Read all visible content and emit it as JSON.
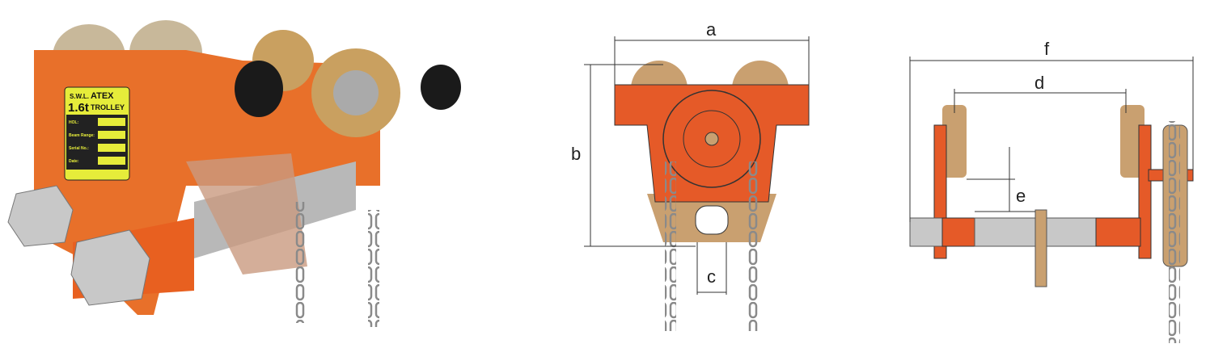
{
  "photo": {
    "label_plate": {
      "swl_caption": "S.W.L.",
      "capacity": "1.6t",
      "title_line1": "ATEX",
      "title_line2": "TROLLEY",
      "fields": [
        "HOL:",
        "Beam Range:",
        "Serial No.:",
        "Date:"
      ]
    }
  },
  "front_view": {
    "dimensions": {
      "width": "a",
      "height": "b",
      "chain_gap": "c"
    }
  },
  "side_view": {
    "dimensions": {
      "overall_width": "f",
      "wheel_span": "d",
      "flange_clearance": "e"
    }
  },
  "colors": {
    "body": "#e8602a",
    "bronze": "#c9a070",
    "steel": "#b8b8b8",
    "plate": "#e6ec3a"
  }
}
